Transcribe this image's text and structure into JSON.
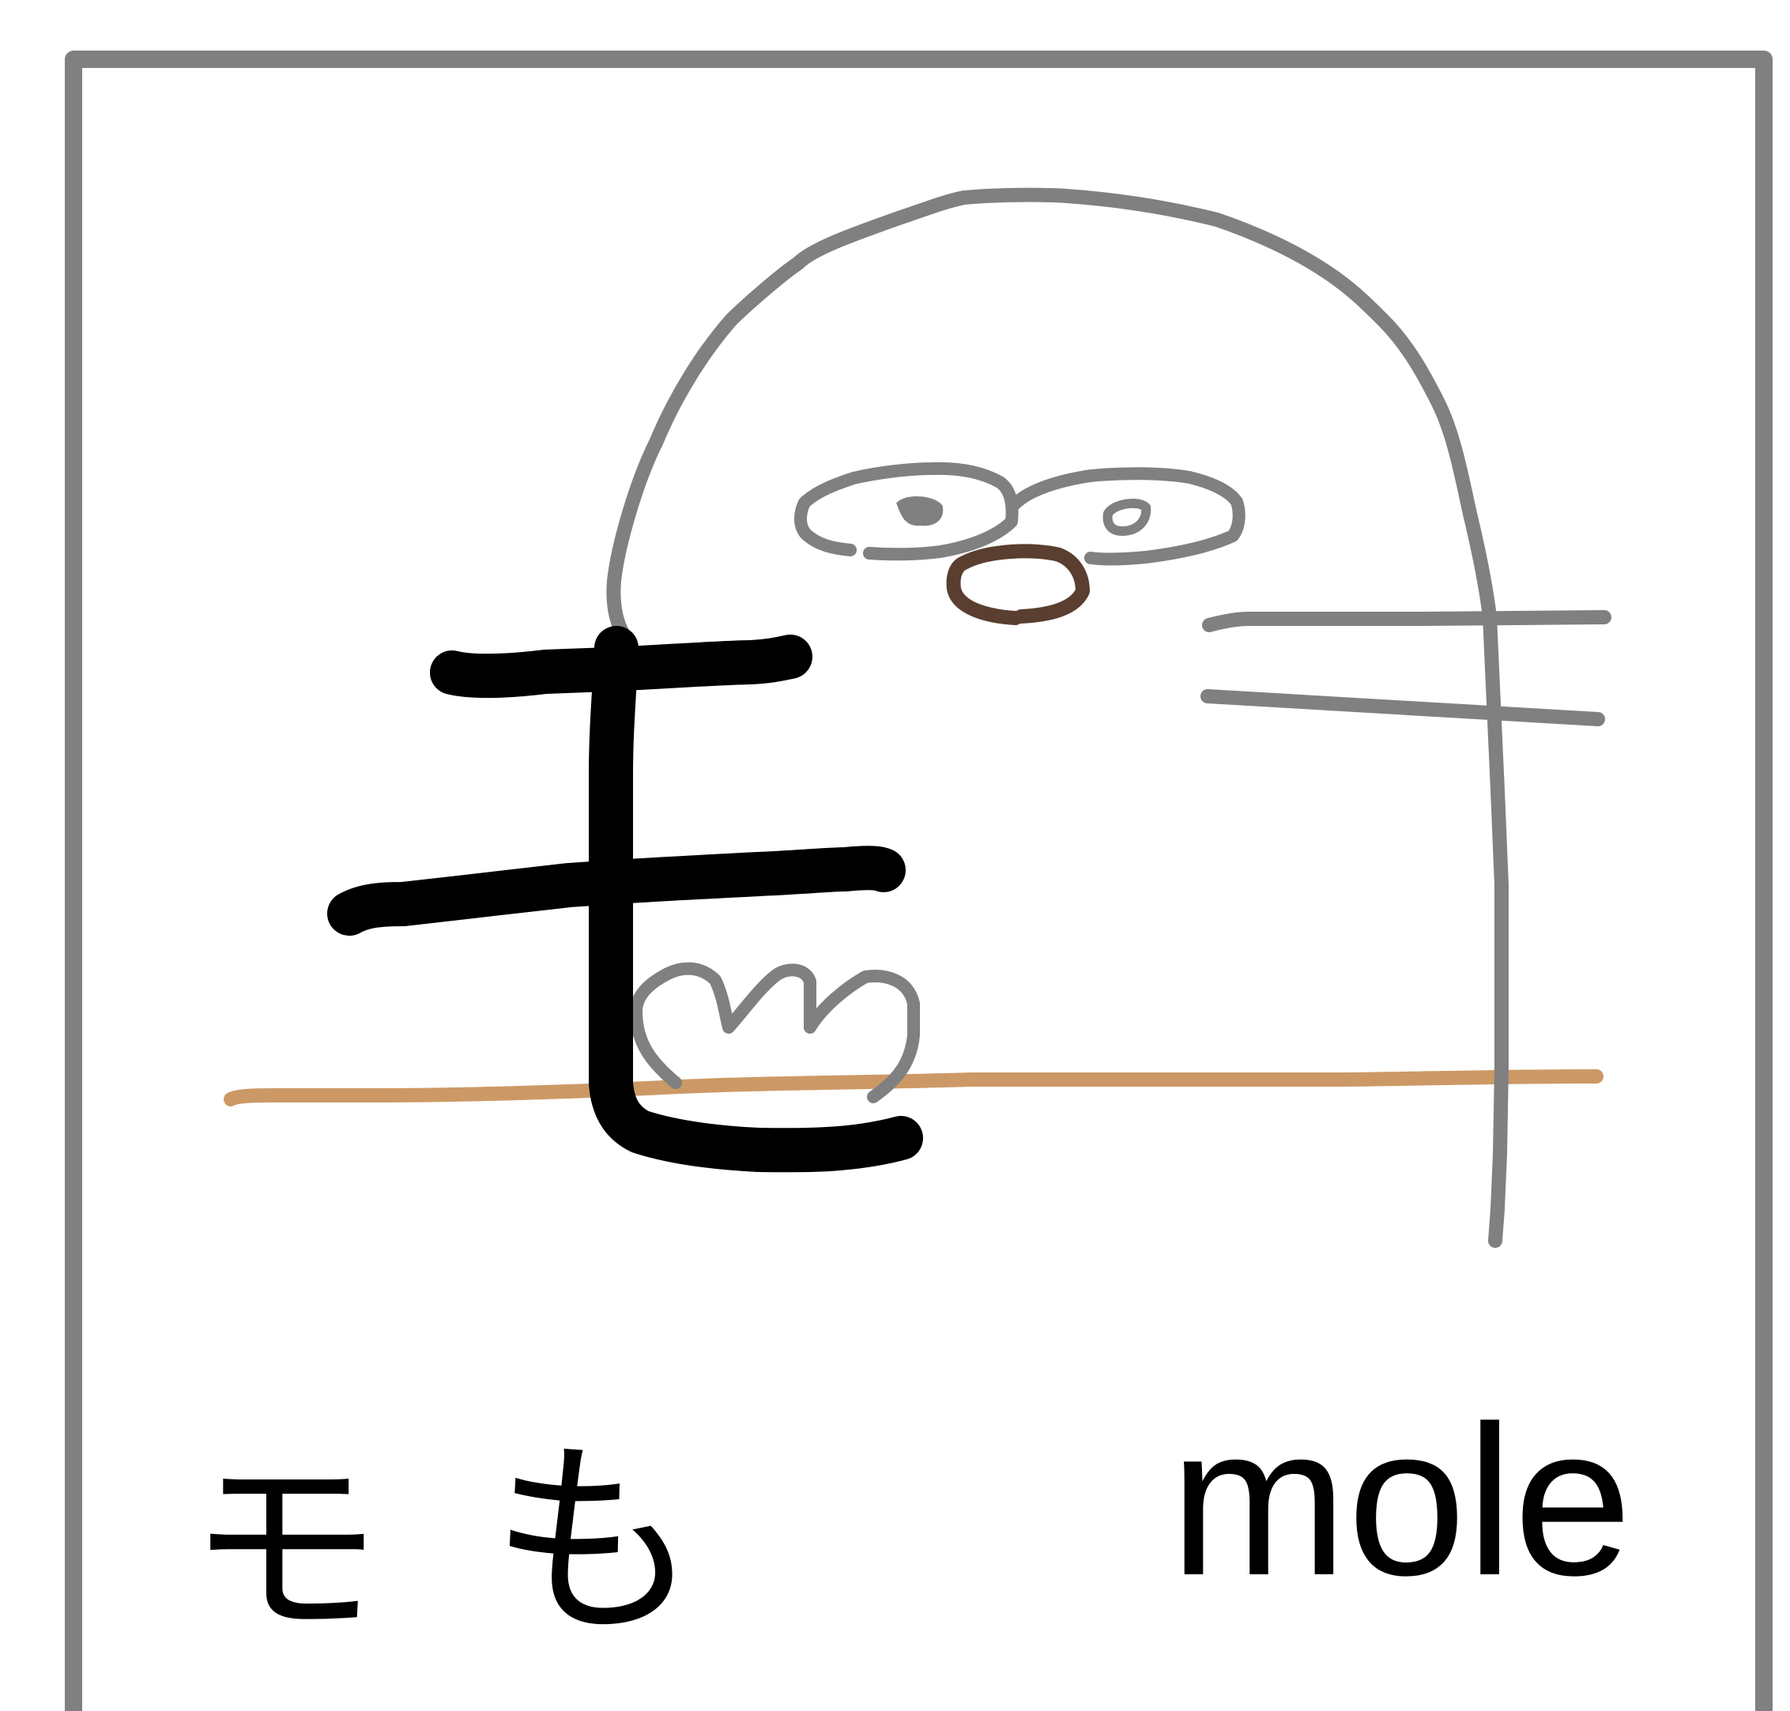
{
  "card": {
    "katakana": "モ",
    "hiragana": "も",
    "english": "mole"
  },
  "colors": {
    "frame": "#808080",
    "character": "#000000",
    "mole_outline": "#808080",
    "nose": "#5a3e30",
    "ground": "#cc9966",
    "background": "#ffffff"
  },
  "icons": {
    "illustration": "mole-drawing-icon"
  }
}
